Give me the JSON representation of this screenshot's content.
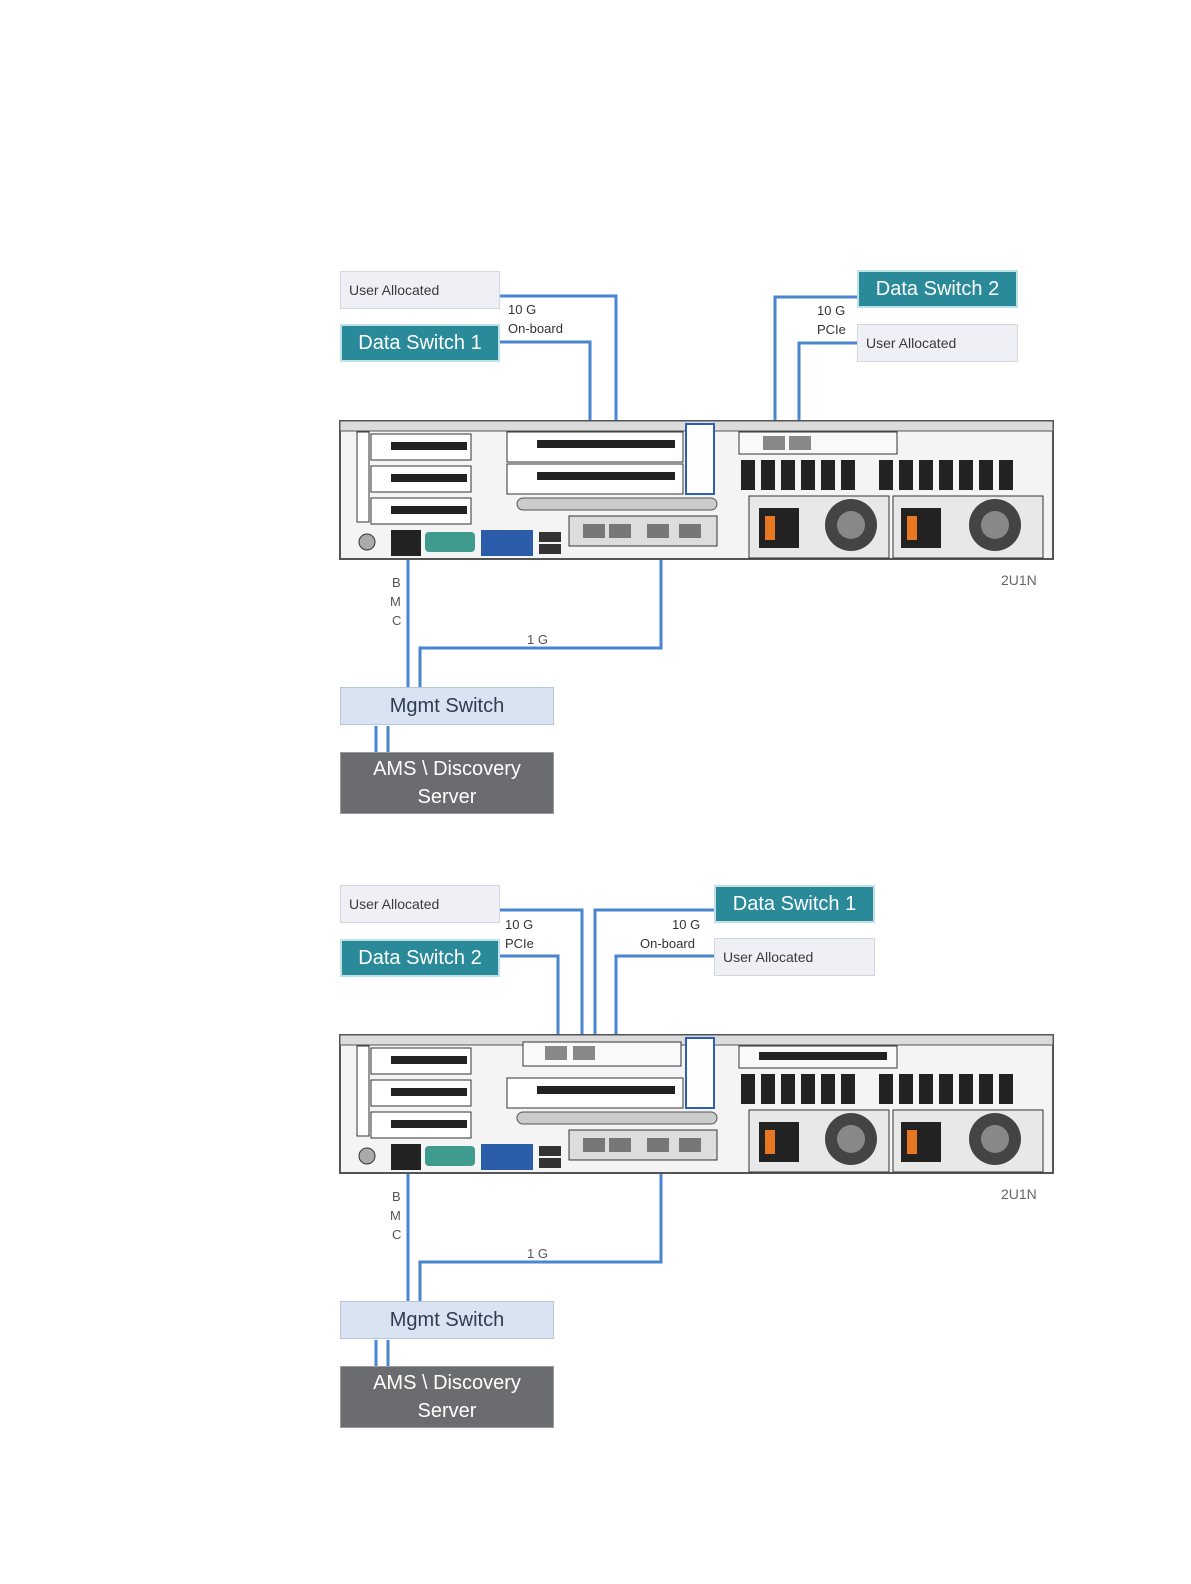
{
  "diagram1": {
    "top_left_user": "User Allocated",
    "top_left_data": "Data Switch 1",
    "left_speed": "10 G",
    "left_type": "On-board",
    "top_right_data": "Data Switch 2",
    "top_right_user": "User Allocated",
    "right_speed": "10 G",
    "right_type": "PCIe",
    "model": "2U1N",
    "bmc": [
      "B",
      "M",
      "C"
    ],
    "mgmt_speed": "1 G",
    "mgmt_switch": "Mgmt Switch",
    "ams_line1": "AMS \\ Discovery",
    "ams_line2": "Server"
  },
  "diagram2": {
    "top_left_user": "User Allocated",
    "top_left_data": "Data Switch 2",
    "left_speed": "10 G",
    "left_type": "PCIe",
    "top_right_data": "Data Switch 1",
    "top_right_user": "User Allocated",
    "right_speed": "10 G",
    "right_type": "On-board",
    "model": "2U1N",
    "bmc": [
      "B",
      "M",
      "C"
    ],
    "mgmt_speed": "1 G",
    "mgmt_switch": "Mgmt Switch",
    "ams_line1": "AMS \\ Discovery",
    "ams_line2": "Server"
  },
  "colors": {
    "wire": "#4a86d0",
    "data_switch": "#2a8a9a",
    "mgmt_switch": "#d9e3f1",
    "ams_server": "#6b6c70",
    "user_allocated": "#eef0f5"
  }
}
